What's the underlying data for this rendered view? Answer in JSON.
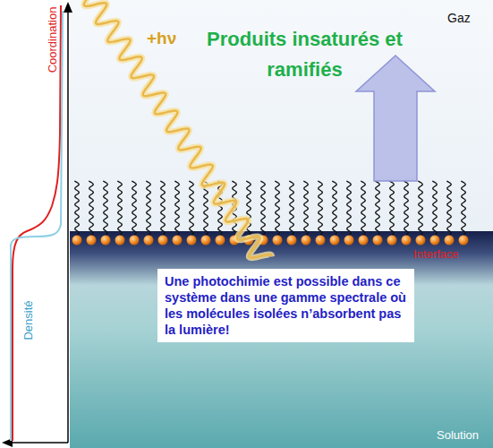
{
  "diagram": {
    "nodes": [
      {
        "text": [
          "Une photochimie est possible dans ce système dans une gamme spectrale où les molécules isolées n’absorbent pas la lumière!"
        ]
      }
    ],
    "labels": [
      "Gaz",
      "Coordination",
      "Densité",
      "+hν",
      "Produits insaturés et ramifiés",
      "Interface",
      "Solution"
    ]
  }
}
